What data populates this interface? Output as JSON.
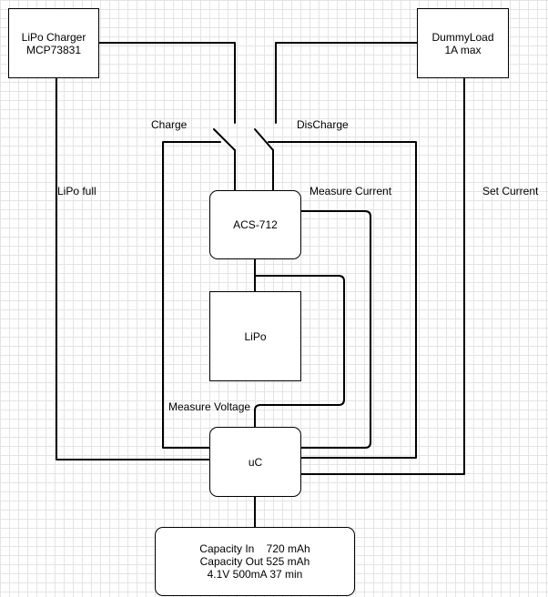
{
  "blocks": {
    "charger": {
      "line1": "LiPo Charger",
      "line2": "MCP73831"
    },
    "load": {
      "line1": "DummyLoad",
      "line2": "1A max"
    },
    "sensor": {
      "label": "ACS-712"
    },
    "battery": {
      "label": "LiPo"
    },
    "uc": {
      "label": "uC"
    },
    "display": {
      "line1": "Capacity In    720 mAh",
      "line2": "Capacity Out 525 mAh",
      "line3": "4.1V 500mA 37 min"
    }
  },
  "labels": {
    "charge": "Charge",
    "discharge": "DisCharge",
    "lipo_full": "LiPo full",
    "set_current": "Set Current",
    "measure_current": "Measure Current",
    "measure_voltage": "Measure Voltage"
  }
}
